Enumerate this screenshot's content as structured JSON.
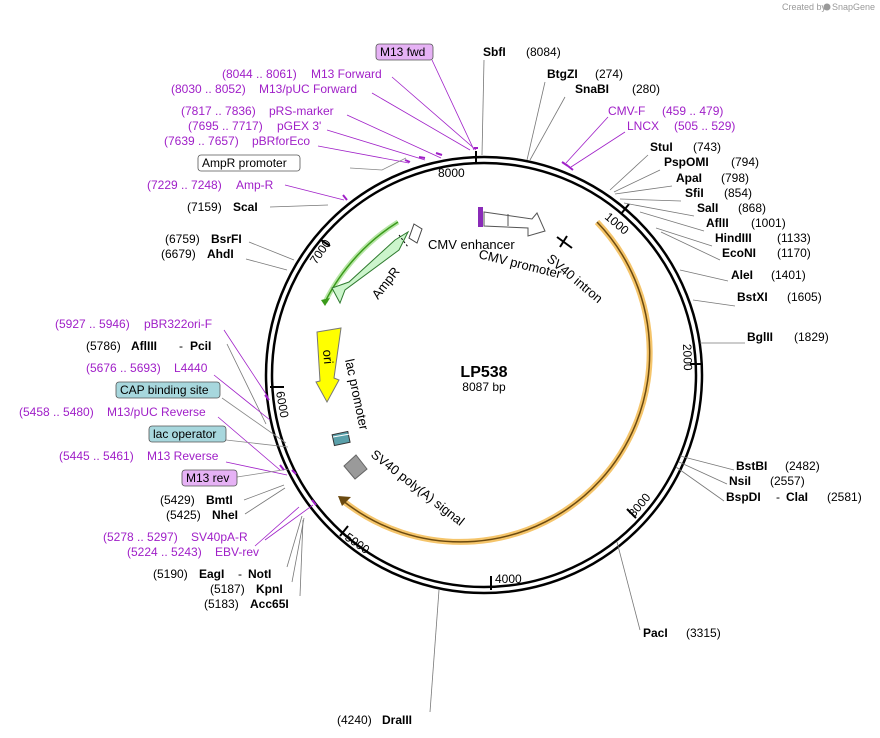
{
  "plasmid": {
    "name": "LP538",
    "size_label": "8087 bp",
    "length": 8087
  },
  "branding": {
    "created_by": "Created by",
    "brand": "SnapGene"
  },
  "ticks": [
    "1000",
    "2000",
    "3000",
    "4000",
    "5000",
    "6000",
    "7000",
    "8000"
  ],
  "sites": [
    {
      "name": "SbfI",
      "pos": "(8084)"
    },
    {
      "name": "BtgZI",
      "pos": "(274)"
    },
    {
      "name": "SnaBI",
      "pos": "(280)"
    },
    {
      "name": "StuI",
      "pos": "(743)"
    },
    {
      "name": "PspOMI",
      "pos": "(794)"
    },
    {
      "name": "ApaI",
      "pos": "(798)"
    },
    {
      "name": "SfiI",
      "pos": "(854)"
    },
    {
      "name": "SalI",
      "pos": "(868)"
    },
    {
      "name": "AflII",
      "pos": "(1001)"
    },
    {
      "name": "HindIII",
      "pos": "(1133)"
    },
    {
      "name": "EcoNI",
      "pos": "(1170)"
    },
    {
      "name": "AleI",
      "pos": "(1401)"
    },
    {
      "name": "BstXI",
      "pos": "(1605)"
    },
    {
      "name": "BglII",
      "pos": "(1829)"
    },
    {
      "name": "BstBI",
      "pos": "(2482)"
    },
    {
      "name": "NsiI",
      "pos": "(2557)"
    },
    {
      "name": "BspDI",
      "pos": ""
    },
    {
      "name": "ClaI",
      "pos": "(2581)"
    },
    {
      "name": "PacI",
      "pos": "(3315)"
    },
    {
      "name": "DraIII",
      "pos": "(4240)"
    },
    {
      "name": "Acc65I",
      "pos": "(5183)"
    },
    {
      "name": "KpnI",
      "pos": "(5187)"
    },
    {
      "name": "EagI",
      "pos": "(5190)"
    },
    {
      "name": "NotI",
      "pos": ""
    },
    {
      "name": "NheI",
      "pos": "(5425)"
    },
    {
      "name": "BmtI",
      "pos": "(5429)"
    },
    {
      "name": "AflIII",
      "pos": "(5786)"
    },
    {
      "name": "PciI",
      "pos": ""
    },
    {
      "name": "AhdI",
      "pos": "(6679)"
    },
    {
      "name": "BsrFI",
      "pos": "(6759)"
    },
    {
      "name": "ScaI",
      "pos": "(7159)"
    }
  ],
  "primers": [
    {
      "name": "M13 fwd",
      "boxed": true
    },
    {
      "name": "M13 Forward",
      "range": "(8044 .. 8061)"
    },
    {
      "name": "M13/pUC Forward",
      "range": "(8030 .. 8052)"
    },
    {
      "name": "pRS-marker",
      "range": "(7817 .. 7836)"
    },
    {
      "name": "pGEX 3'",
      "range": "(7695 .. 7717)"
    },
    {
      "name": "pBRforEco",
      "range": "(7639 .. 7657)"
    },
    {
      "name": "AmpR promoter",
      "boxed": true
    },
    {
      "name": "Amp-R",
      "range": "(7229 .. 7248)"
    },
    {
      "name": "CMV-F",
      "range": "(459 .. 479)"
    },
    {
      "name": "LNCX",
      "range": "(505 .. 529)"
    },
    {
      "name": "pBR322ori-F",
      "range": "(5927 .. 5946)"
    },
    {
      "name": "L4440",
      "range": "(5676 .. 5693)"
    },
    {
      "name": "CAP binding site",
      "boxed": true
    },
    {
      "name": "M13/pUC Reverse",
      "range": "(5458 .. 5480)"
    },
    {
      "name": "lac operator",
      "boxed": true
    },
    {
      "name": "M13 Reverse",
      "range": "(5445 .. 5461)"
    },
    {
      "name": "M13 rev",
      "boxed": true
    },
    {
      "name": "SV40pA-R",
      "range": "(5278 .. 5297)"
    },
    {
      "name": "EBV-rev",
      "range": "(5224 .. 5243)"
    }
  ],
  "features": {
    "cmv_enhancer": "CMV enhancer",
    "cmv_promoter": "CMV promoter",
    "sv40_intron": "SV40 intron",
    "ampr": "AmpR",
    "ori": "ori",
    "lac_promoter": "lac promoter",
    "sv40_polya": "SV40 poly(A) signal"
  },
  "colors": {
    "primer": "#a020c8",
    "ampr_fill": "#ccf5cc",
    "ampr_stroke": "#3a9a1a",
    "ori_fill": "#ffff00",
    "orf_arc": "#f5c56b",
    "cap_box": "#a7d7dd",
    "primer_box": "#e6b2f5"
  }
}
